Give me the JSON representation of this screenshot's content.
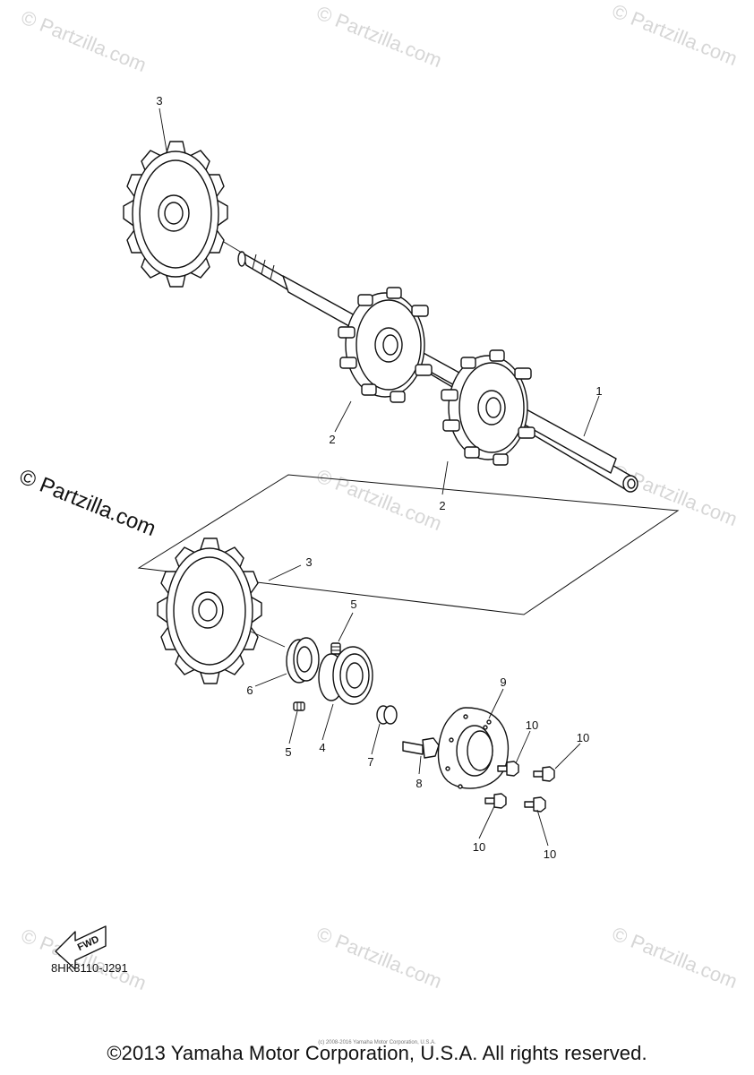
{
  "watermark": {
    "text": "© Partzilla.com",
    "prominent_text": "© Partzilla.com"
  },
  "callouts": [
    "1",
    "2",
    "2",
    "3",
    "3",
    "4",
    "5",
    "5",
    "6",
    "7",
    "8",
    "9",
    "10",
    "10",
    "10",
    "10"
  ],
  "fwd_label": "FWD",
  "diagram_code": "8HK3110-J291",
  "small_notice": "(c) 2008-2016 Yamaha Motor Corporation, U.S.A.",
  "copyright": "©2013 Yamaha Motor Corporation, U.S.A. All rights reserved."
}
